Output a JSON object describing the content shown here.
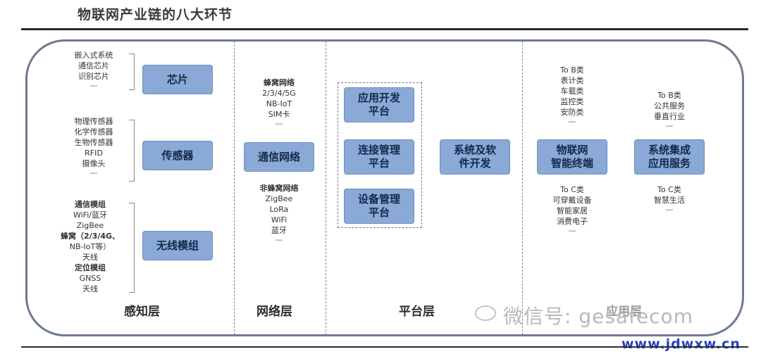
{
  "title": "物联网产业链的八大环节",
  "perception": {
    "chip_items": [
      "嵌入式系统",
      "通信芯片",
      "识别芯片"
    ],
    "chip_box": "芯片",
    "sensor_items": [
      "物理传感器",
      "化学传感器",
      "生物传感器",
      "RFID",
      "摄像头"
    ],
    "sensor_box": "传感器",
    "module_items": [
      "通信模组",
      "WiFi/蓝牙",
      "ZigBee",
      "蜂窝（2/3/4G、",
      "NB-IoT等）",
      "天线",
      "定位模组",
      "GNSS",
      "天线"
    ],
    "module_box": "无线模组",
    "layer": "感知层"
  },
  "network": {
    "cellular_items": [
      "蜂窝网络",
      "2/3/4/5G",
      "NB-IoT",
      "SIM卡"
    ],
    "box": "通信网络",
    "non_cellular_items": [
      "非蜂窝网络",
      "ZigBee",
      "LoRa",
      "WiFi",
      "蓝牙"
    ],
    "layer": "网络层"
  },
  "platform": {
    "app_dev": [
      "应用开发",
      "平台"
    ],
    "conn_mgmt": [
      "连接管理",
      "平台"
    ],
    "device_mgmt": [
      "设备管理",
      "平台"
    ],
    "system_sw": [
      "系统及软",
      "件开发"
    ],
    "layer": "平台层"
  },
  "application": {
    "tob_items": [
      "To B类",
      "表计类",
      "车载类",
      "监控类",
      "安防类"
    ],
    "terminal_box": [
      "物联网",
      "智能终端"
    ],
    "toc_items": [
      "To C类",
      "可穿戴设备",
      "智能家居",
      "消费电子"
    ],
    "tob2_items": [
      "To B类",
      "公共服务",
      "垂直行业"
    ],
    "integration_box": [
      "系统集成",
      "应用服务"
    ],
    "toc2_items": [
      "To C类",
      "智慧生活"
    ],
    "layer": "应用层"
  },
  "watermark": "微信号: gesafecom",
  "url": "www.jdwxw.cn",
  "colors": {
    "box_fill": "#8aa9d6",
    "frame": "#6d7b90",
    "url": "#2340c8"
  }
}
